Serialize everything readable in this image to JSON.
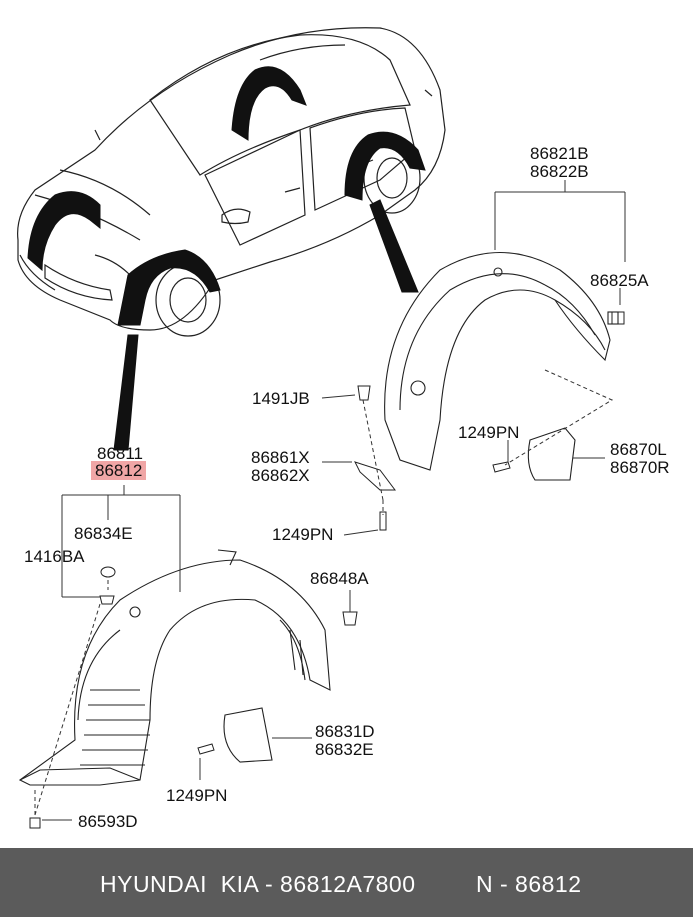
{
  "labels": {
    "p86821b": "86821B",
    "p86822b": "86822B",
    "p86825a": "86825A",
    "p1491jb": "1491JB",
    "p1249pn_a": "1249PN",
    "p86870l": "86870L",
    "p86870r": "86870R",
    "p86861x": "86861X",
    "p86862x": "86862X",
    "p1249pn_b": "1249PN",
    "p86811": "86811",
    "p86812": "86812",
    "p86834e": "86834E",
    "p1416ba": "1416BA",
    "p86848a": "86848A",
    "p86831d": "86831D",
    "p86832e": "86832E",
    "p1249pn_c": "1249PN",
    "p86593d": "86593D"
  },
  "footer": {
    "brand": "HYUNDAI  KIA - 86812A7800",
    "number": "N - 86812"
  },
  "colors": {
    "highlight": "#f0a6a6",
    "footer_bg": "#5b5b5b"
  }
}
